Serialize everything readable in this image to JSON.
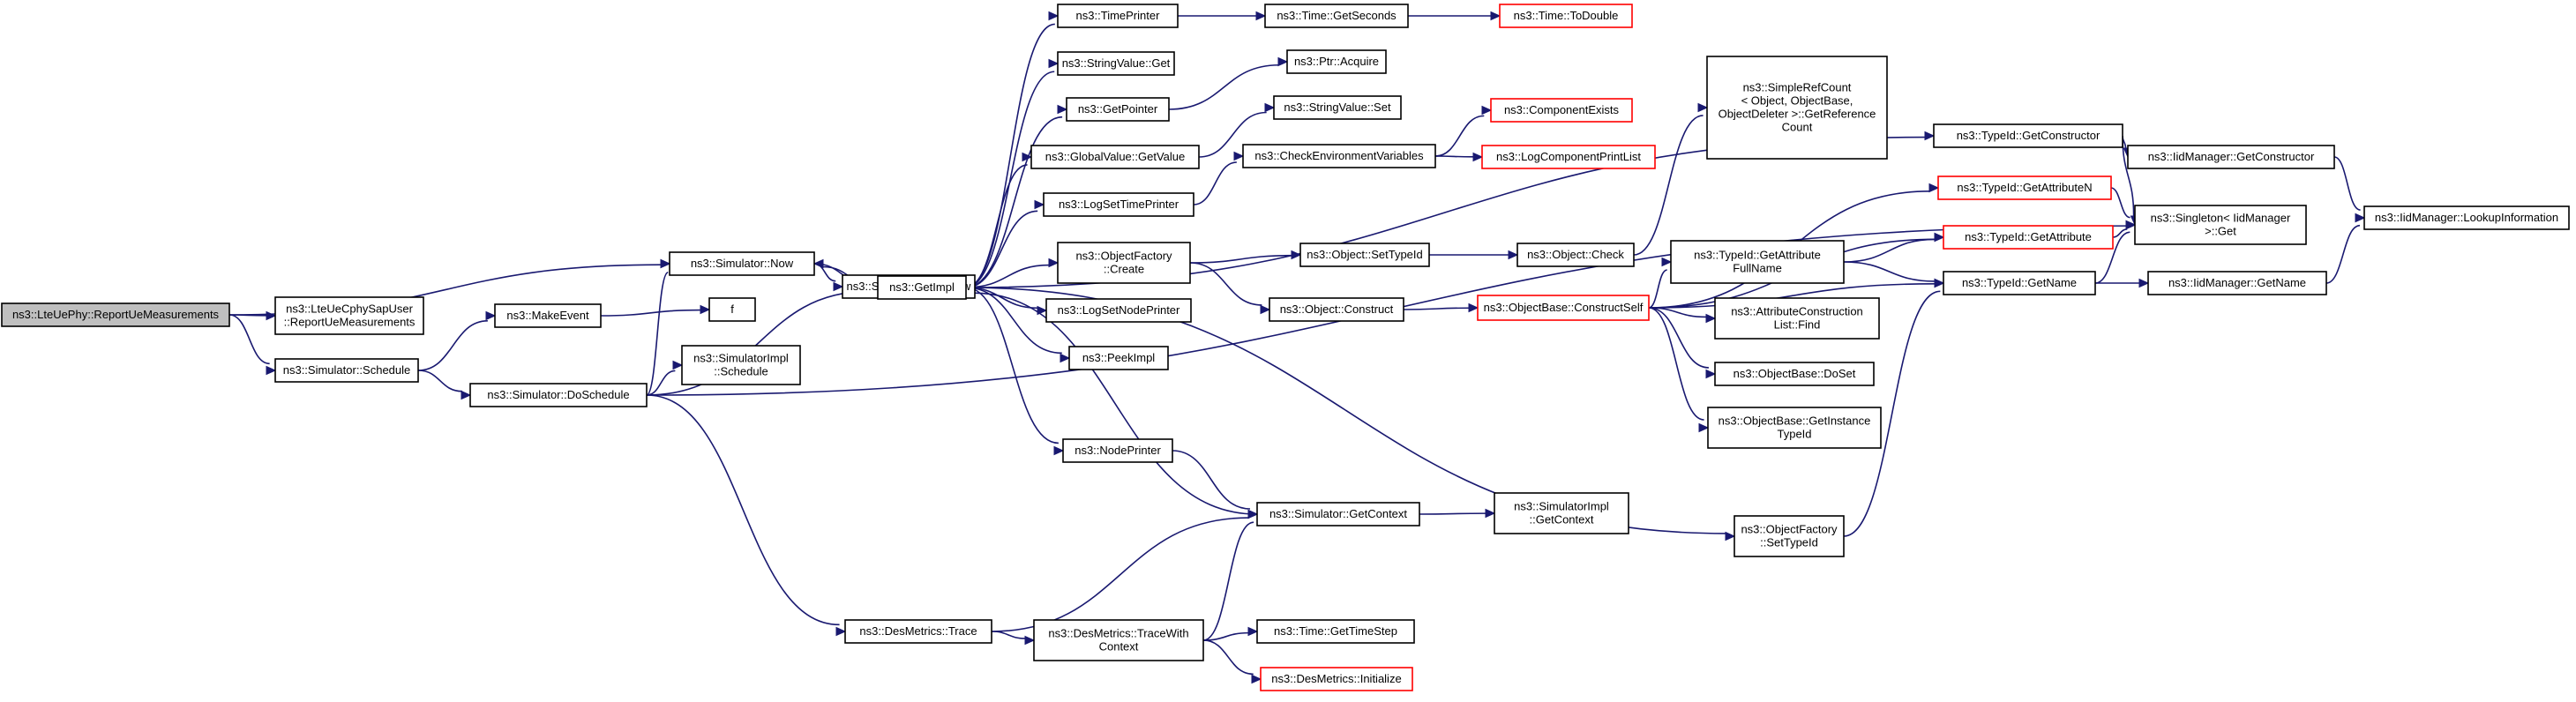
{
  "colors": {
    "edge": "#191970",
    "node_border": "#000000",
    "undocumented_border": "#ff0000",
    "root_fill": "#bfbfbf",
    "background": "#ffffff"
  },
  "nodes": [
    {
      "id": "root",
      "name": "node-report-ue-measurements",
      "lines": [
        "ns3::LteUePhy::ReportUeMeasurements"
      ],
      "style": "root"
    },
    {
      "id": "sapuser",
      "name": "node-ue-cphy-sap-report",
      "lines": [
        "ns3::LteUeCphySapUser",
        "::ReportUeMeasurements"
      ]
    },
    {
      "id": "sched",
      "name": "node-simulator-schedule",
      "lines": [
        "ns3::Simulator::Schedule"
      ]
    },
    {
      "id": "simnow",
      "name": "node-simulator-now",
      "lines": [
        "ns3::Simulator::Now"
      ]
    },
    {
      "id": "makeevent",
      "name": "node-make-event",
      "lines": [
        "ns3::MakeEvent"
      ]
    },
    {
      "id": "f",
      "name": "node-f",
      "lines": [
        "f"
      ]
    },
    {
      "id": "dosched",
      "name": "node-simulator-do-schedule",
      "lines": [
        "ns3::Simulator::DoSchedule"
      ]
    },
    {
      "id": "simimplnow",
      "name": "node-simulator-impl-now",
      "lines": [
        "ns3::SimulatorImpl::Now"
      ]
    },
    {
      "id": "simimplsched",
      "name": "node-simulator-impl-schedule",
      "lines": [
        "ns3::SimulatorImpl",
        "::Schedule"
      ]
    },
    {
      "id": "getimpl",
      "name": "node-get-impl",
      "lines": [
        "ns3::GetImpl"
      ]
    },
    {
      "id": "timeprinter",
      "name": "node-time-printer",
      "lines": [
        "ns3::TimePrinter"
      ]
    },
    {
      "id": "strvalget",
      "name": "node-string-value-get",
      "lines": [
        "ns3::StringValue::Get"
      ]
    },
    {
      "id": "getpointer",
      "name": "node-get-pointer",
      "lines": [
        "ns3::GetPointer"
      ]
    },
    {
      "id": "gvgetvalue",
      "name": "node-global-value-get-value",
      "lines": [
        "ns3::GlobalValue::GetValue"
      ]
    },
    {
      "id": "logsettp",
      "name": "node-log-set-time-printer",
      "lines": [
        "ns3::LogSetTimePrinter"
      ]
    },
    {
      "id": "objfactcreate",
      "name": "node-object-factory-create",
      "lines": [
        "ns3::ObjectFactory",
        "::Create"
      ]
    },
    {
      "id": "logsetnp",
      "name": "node-log-set-node-printer",
      "lines": [
        "ns3::LogSetNodePrinter"
      ]
    },
    {
      "id": "peekimpl",
      "name": "node-peek-impl",
      "lines": [
        "ns3::PeekImpl"
      ]
    },
    {
      "id": "nodeprinter",
      "name": "node-node-printer",
      "lines": [
        "ns3::NodePrinter"
      ]
    },
    {
      "id": "getcontext",
      "name": "node-simulator-get-context",
      "lines": [
        "ns3::Simulator::GetContext"
      ]
    },
    {
      "id": "dmtrace",
      "name": "node-des-metrics-trace",
      "lines": [
        "ns3::DesMetrics::Trace"
      ]
    },
    {
      "id": "dmtracewith",
      "name": "node-des-metrics-trace-with-context",
      "lines": [
        "ns3::DesMetrics::TraceWith",
        "Context"
      ]
    },
    {
      "id": "timegetsec",
      "name": "node-time-get-seconds",
      "lines": [
        "ns3::Time::GetSeconds"
      ]
    },
    {
      "id": "ptracquire",
      "name": "node-ptr-acquire",
      "lines": [
        "ns3::Ptr::Acquire"
      ]
    },
    {
      "id": "strvalset",
      "name": "node-string-value-set",
      "lines": [
        "ns3::StringValue::Set"
      ]
    },
    {
      "id": "checkenv",
      "name": "node-check-environment-variables",
      "lines": [
        "ns3::CheckEnvironmentVariables"
      ]
    },
    {
      "id": "objsettid",
      "name": "node-object-set-type-id",
      "lines": [
        "ns3::Object::SetTypeId"
      ]
    },
    {
      "id": "objconstruct",
      "name": "node-object-construct",
      "lines": [
        "ns3::Object::Construct"
      ]
    },
    {
      "id": "simimplgetctx",
      "name": "node-simulator-impl-get-context",
      "lines": [
        "ns3::SimulatorImpl",
        "::GetContext"
      ]
    },
    {
      "id": "timegetstep",
      "name": "node-time-get-time-step",
      "lines": [
        "ns3::Time::GetTimeStep"
      ]
    },
    {
      "id": "dminit",
      "name": "node-des-metrics-initialize",
      "lines": [
        "ns3::DesMetrics::Initialize"
      ],
      "style": "undoc"
    },
    {
      "id": "timetodouble",
      "name": "node-time-to-double",
      "lines": [
        "ns3::Time::ToDouble"
      ],
      "style": "undoc"
    },
    {
      "id": "compexists",
      "name": "node-component-exists",
      "lines": [
        "ns3::ComponentExists"
      ],
      "style": "undoc"
    },
    {
      "id": "logcompprint",
      "name": "node-log-component-print-list",
      "lines": [
        "ns3::LogComponentPrintList"
      ],
      "style": "undoc"
    },
    {
      "id": "objcheck",
      "name": "node-object-check",
      "lines": [
        "ns3::Object::Check"
      ]
    },
    {
      "id": "constructself",
      "name": "node-object-base-construct-self",
      "lines": [
        "ns3::ObjectBase::ConstructSelf"
      ],
      "style": "undoc"
    },
    {
      "id": "simplerefcount",
      "name": "node-simple-ref-count-get-reference-count",
      "lines": [
        "ns3::SimpleRefCount",
        "< Object, ObjectBase,",
        "ObjectDeleter >::GetReference",
        "Count"
      ]
    },
    {
      "id": "tidgetattrfull",
      "name": "node-type-id-get-attribute-full-name",
      "lines": [
        "ns3::TypeId::GetAttribute",
        "FullName"
      ]
    },
    {
      "id": "attrconstfind",
      "name": "node-attribute-construction-list-find",
      "lines": [
        "ns3::AttributeConstruction",
        "List::Find"
      ]
    },
    {
      "id": "objbasedoset",
      "name": "node-object-base-do-set",
      "lines": [
        "ns3::ObjectBase::DoSet"
      ]
    },
    {
      "id": "objbasegetinst",
      "name": "node-object-base-get-instance-type-id",
      "lines": [
        "ns3::ObjectBase::GetInstance",
        "TypeId"
      ]
    },
    {
      "id": "objfactsettid",
      "name": "node-object-factory-set-type-id",
      "lines": [
        "ns3::ObjectFactory",
        "::SetTypeId"
      ]
    },
    {
      "id": "tidgetctor",
      "name": "node-type-id-get-constructor",
      "lines": [
        "ns3::TypeId::GetConstructor"
      ]
    },
    {
      "id": "tidgetattrn",
      "name": "node-type-id-get-attribute-n",
      "lines": [
        "ns3::TypeId::GetAttributeN"
      ],
      "style": "undoc"
    },
    {
      "id": "tidgetattr",
      "name": "node-type-id-get-attribute",
      "lines": [
        "ns3::TypeId::GetAttribute"
      ],
      "style": "undoc"
    },
    {
      "id": "tidgetname",
      "name": "node-type-id-get-name",
      "lines": [
        "ns3::TypeId::GetName"
      ]
    },
    {
      "id": "iidmgrgetctor",
      "name": "node-iid-manager-get-constructor",
      "lines": [
        "ns3::IidManager::GetConstructor"
      ]
    },
    {
      "id": "singletonget",
      "name": "node-singleton-iid-manager-get",
      "lines": [
        "ns3::Singleton< IidManager",
        ">::Get"
      ]
    },
    {
      "id": "iidmgrgetname",
      "name": "node-iid-manager-get-name",
      "lines": [
        "ns3::IidManager::GetName"
      ]
    },
    {
      "id": "iidmgrlookup",
      "name": "node-iid-manager-lookup-information",
      "lines": [
        "ns3::IidManager::LookupInformation"
      ]
    }
  ],
  "edges": [
    [
      "root",
      "simnow"
    ],
    [
      "root",
      "sapuser"
    ],
    [
      "root",
      "sched"
    ],
    [
      "sched",
      "makeevent"
    ],
    [
      "sched",
      "dosched"
    ],
    [
      "makeevent",
      "f"
    ],
    [
      "simnow",
      "simimplnow"
    ],
    [
      "simnow",
      "getimpl"
    ],
    [
      "dosched",
      "simnow"
    ],
    [
      "dosched",
      "simimplsched"
    ],
    [
      "dosched",
      "getimpl"
    ],
    [
      "dosched",
      "dmtrace"
    ],
    [
      "dosched",
      "singletonget"
    ],
    [
      "getimpl",
      "timeprinter"
    ],
    [
      "getimpl",
      "strvalget"
    ],
    [
      "getimpl",
      "getpointer"
    ],
    [
      "getimpl",
      "gvgetvalue"
    ],
    [
      "getimpl",
      "logsettp"
    ],
    [
      "getimpl",
      "objfactcreate"
    ],
    [
      "getimpl",
      "logsetnp"
    ],
    [
      "getimpl",
      "peekimpl"
    ],
    [
      "getimpl",
      "nodeprinter"
    ],
    [
      "getimpl",
      "objfactsettid"
    ],
    [
      "getimpl",
      "tidgetctor"
    ],
    [
      "getimpl",
      "simnow"
    ],
    [
      "timeprinter",
      "timegetsec"
    ],
    [
      "timegetsec",
      "timetodouble"
    ],
    [
      "getpointer",
      "ptracquire"
    ],
    [
      "gvgetvalue",
      "strvalset"
    ],
    [
      "logsettp",
      "checkenv"
    ],
    [
      "checkenv",
      "compexists"
    ],
    [
      "checkenv",
      "logcompprint"
    ],
    [
      "objfactcreate",
      "objsettid"
    ],
    [
      "objfactcreate",
      "objconstruct"
    ],
    [
      "objsettid",
      "objcheck"
    ],
    [
      "objcheck",
      "simplerefcount"
    ],
    [
      "objconstruct",
      "constructself"
    ],
    [
      "constructself",
      "tidgetattrfull"
    ],
    [
      "constructself",
      "attrconstfind"
    ],
    [
      "constructself",
      "objbasedoset"
    ],
    [
      "constructself",
      "objbasegetinst"
    ],
    [
      "constructself",
      "tidgetattrn"
    ],
    [
      "constructself",
      "tidgetattr"
    ],
    [
      "constructself",
      "tidgetname"
    ],
    [
      "tidgetattrfull",
      "tidgetattr"
    ],
    [
      "tidgetattrfull",
      "tidgetname"
    ],
    [
      "tidgetattrn",
      "singletonget"
    ],
    [
      "tidgetattr",
      "singletonget"
    ],
    [
      "tidgetname",
      "singletonget"
    ],
    [
      "tidgetname",
      "iidmgrgetname"
    ],
    [
      "tidgetctor",
      "singletonget"
    ],
    [
      "tidgetctor",
      "iidmgrgetctor"
    ],
    [
      "iidmgrgetctor",
      "iidmgrlookup"
    ],
    [
      "iidmgrgetname",
      "iidmgrlookup"
    ],
    [
      "nodeprinter",
      "getcontext"
    ],
    [
      "getcontext",
      "getimpl"
    ],
    [
      "getcontext",
      "simimplgetctx"
    ],
    [
      "objfactsettid",
      "tidgetname"
    ],
    [
      "dmtrace",
      "getcontext"
    ],
    [
      "dmtrace",
      "dmtracewith"
    ],
    [
      "dmtracewith",
      "getcontext"
    ],
    [
      "dmtracewith",
      "timegetstep"
    ],
    [
      "dmtracewith",
      "dminit"
    ]
  ]
}
